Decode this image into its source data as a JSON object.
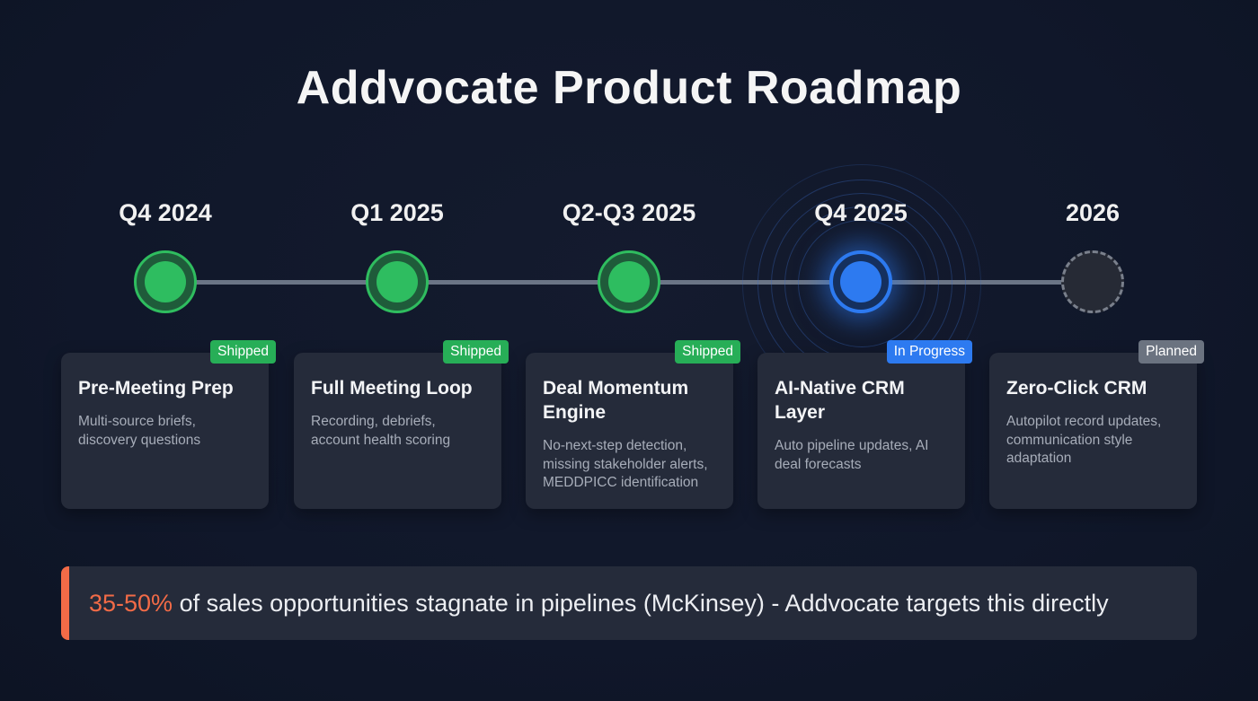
{
  "title": "Addvocate Product Roadmap",
  "colors": {
    "shipped": "#2ebd60",
    "in_progress": "#2d7af0",
    "planned": "#6b7280",
    "highlight": "#f26b47",
    "background": "#10172a",
    "card": "#252b3a"
  },
  "milestones": [
    {
      "period": "Q4 2024",
      "status": "Shipped",
      "title": "Pre-Meeting Prep",
      "description": "Multi-source briefs, discovery questions"
    },
    {
      "period": "Q1 2025",
      "status": "Shipped",
      "title": "Full Meeting Loop",
      "description": "Recording, debriefs, account health scoring"
    },
    {
      "period": "Q2-Q3 2025",
      "status": "Shipped",
      "title": "Deal Momentum Engine",
      "description": "No-next-step detection, missing stakeholder alerts, MEDDPICC identification"
    },
    {
      "period": "Q4 2025",
      "status": "In Progress",
      "title": "AI-Native CRM Layer",
      "description": "Auto pipeline updates, AI deal forecasts"
    },
    {
      "period": "2026",
      "status": "Planned",
      "title": "Zero-Click CRM",
      "description": "Autopilot record updates, communication style adaptation"
    }
  ],
  "footer": {
    "highlight": "35-50%",
    "text": " of sales opportunities stagnate in pipelines (McKinsey) - Addvocate targets this directly"
  }
}
